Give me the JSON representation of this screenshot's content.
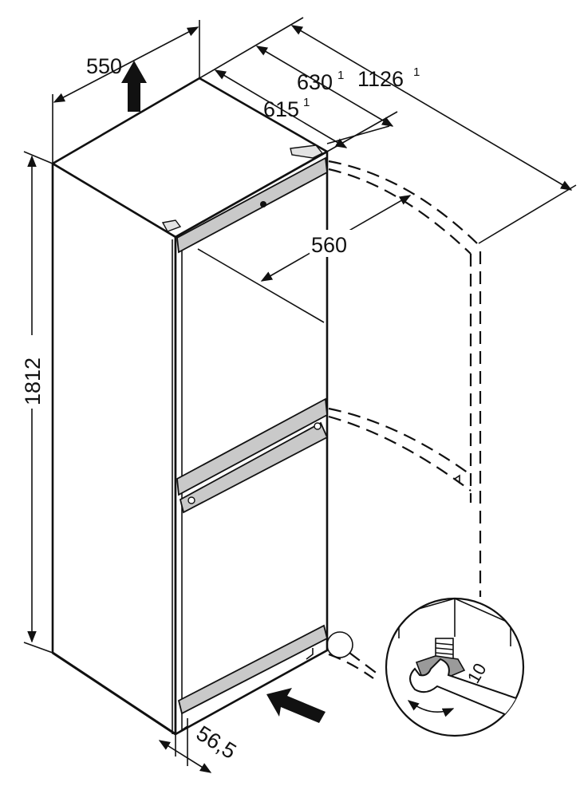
{
  "dimensions": {
    "width": "550",
    "depth_with_handle": "630",
    "depth_with_handle_sup": "1",
    "depth_door_open": "1126",
    "depth_door_open_sup": "1",
    "depth_body": "615",
    "depth_body_sup": "1",
    "door_opening_radius": "560",
    "height": "1812",
    "side_clearance": "56,5"
  },
  "detail": {
    "wrench_size": "10"
  },
  "icons": {
    "airflow_up": "arrow-up-icon",
    "airflow_in": "arrow-in-icon",
    "rotate": "rotate-arrows-icon"
  },
  "colors": {
    "line": "#111111",
    "handle_fill": "#c9c9c9"
  }
}
